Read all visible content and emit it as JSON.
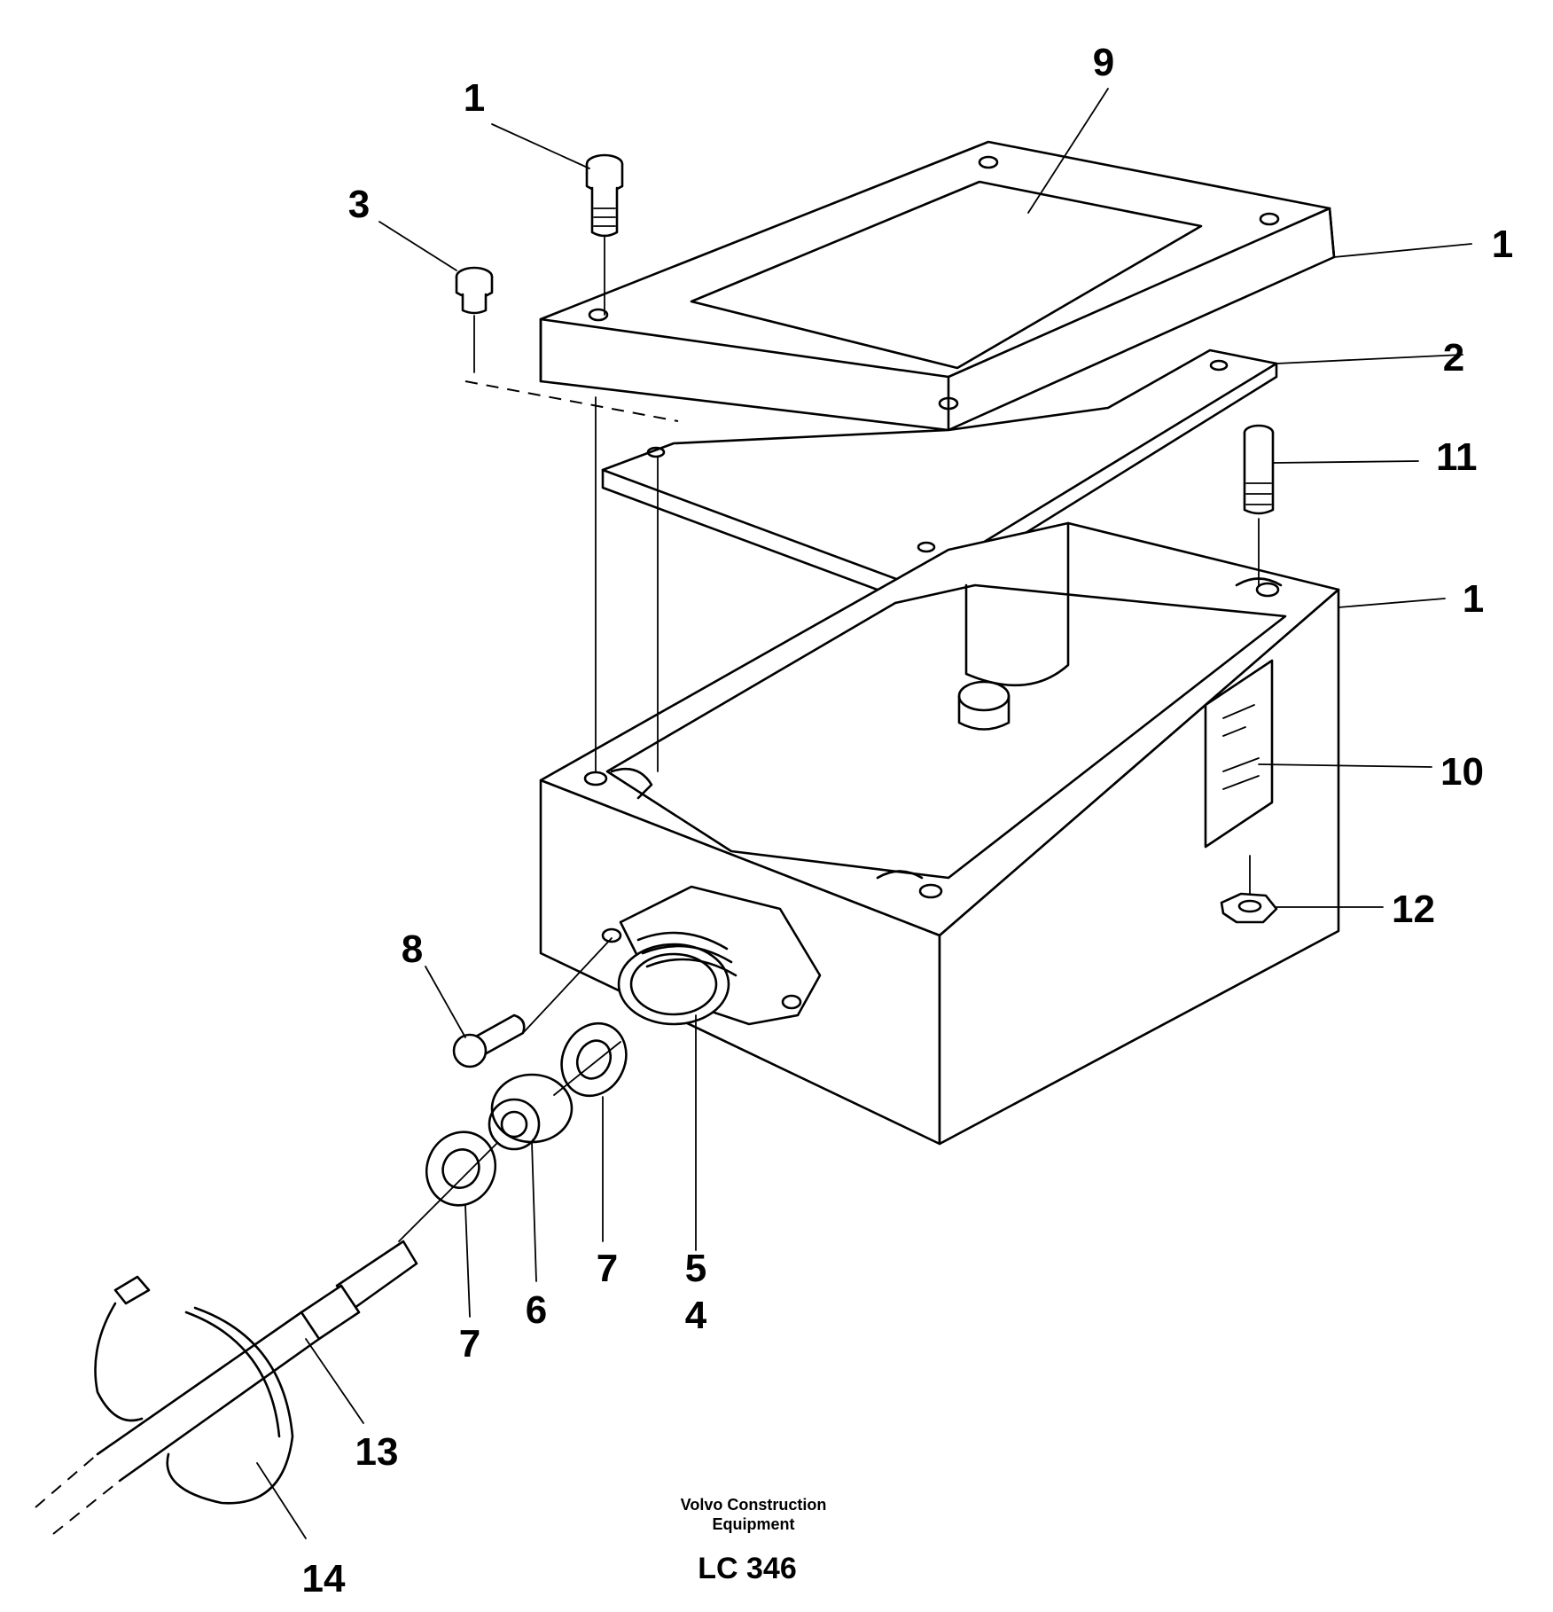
{
  "callouts": {
    "c1_screw": "1",
    "c9": "9",
    "c3": "3",
    "c1_lid": "1",
    "c2": "2",
    "c11": "11",
    "c1_box": "1",
    "c10": "10",
    "c12": "12",
    "c8": "8",
    "c5": "5",
    "c4": "4",
    "c7_right": "7",
    "c6": "6",
    "c7_left": "7",
    "c13": "13",
    "c14": "14"
  },
  "footer": {
    "company_line1": "Volvo Construction",
    "company_line2": "Equipment",
    "drawing_code": "LC 346"
  }
}
